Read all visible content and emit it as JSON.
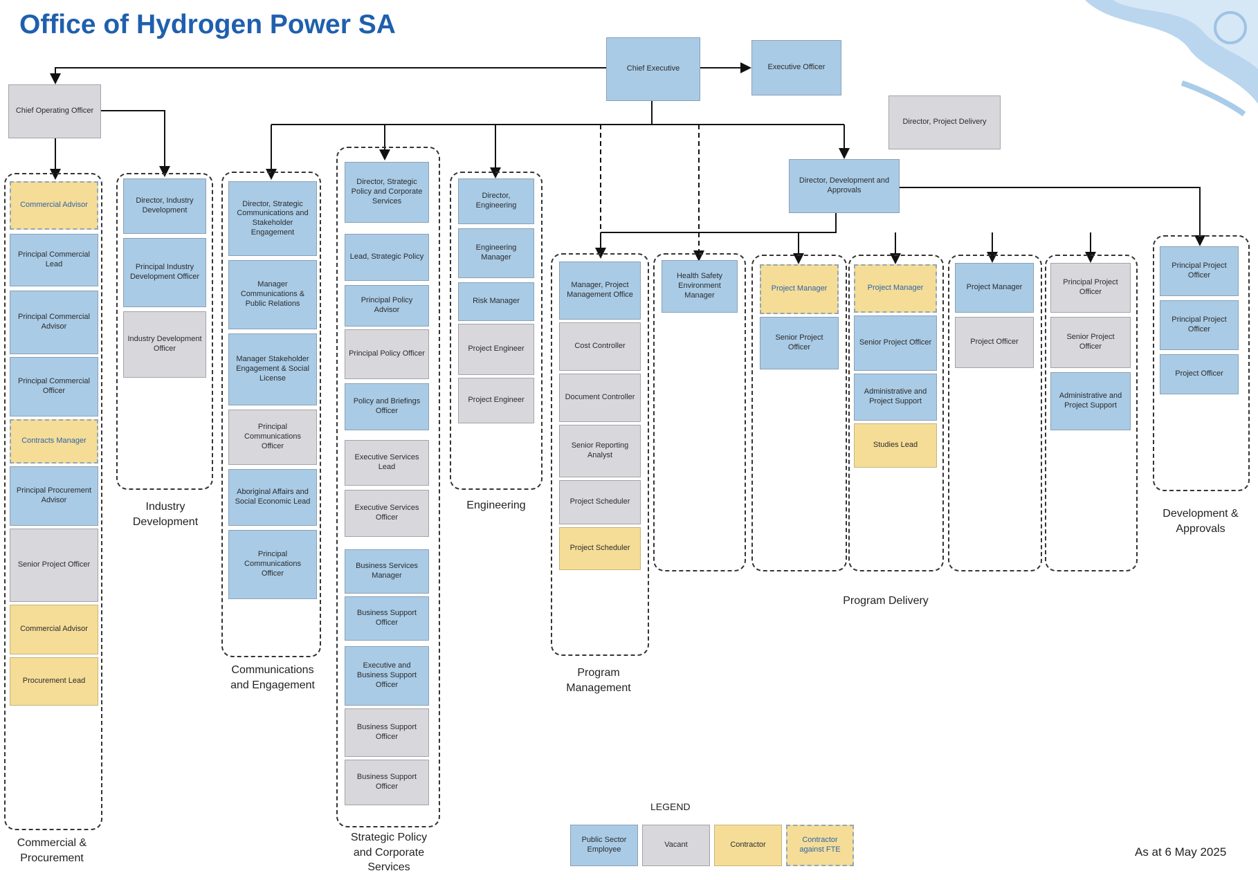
{
  "title": "Office of Hydrogen Power SA",
  "colors": {
    "public_sector": "#a9cbe6",
    "vacant": "#d8d7db",
    "contractor": "#f5dd97",
    "title": "#1f5fae"
  },
  "top": {
    "chief_executive": "Chief Executive",
    "executive_officer": "Executive Officer",
    "chief_operating_officer": "Chief Operating Officer",
    "director_project_delivery": "Director, Project Delivery",
    "director_development": "Director, Development and Approvals"
  },
  "groups": {
    "commercial": {
      "label": "Commercial & Procurement",
      "roles": [
        "Commercial Advisor",
        "Principal Commercial Lead",
        "Principal Commercial Advisor",
        "Principal Commercial Officer",
        "Contracts Manager",
        "Principal Procurement Advisor",
        "Senior Project Officer",
        "Commercial Advisor",
        "Procurement Lead"
      ]
    },
    "industry": {
      "label": "Industry Development",
      "roles": [
        "Director, Industry Development",
        "Principal Industry Development Officer",
        "Industry Development Officer"
      ]
    },
    "communications": {
      "label": "Communications and Engagement",
      "roles": [
        "Director, Strategic Communications and Stakeholder Engagement",
        "Manager Communications & Public Relations",
        "Manager Stakeholder Engagement & Social License",
        "Principal Communications Officer",
        "Aboriginal Affairs and Social Economic Lead",
        "Principal Communications Officer"
      ]
    },
    "strategic": {
      "label": "Strategic Policy and Corporate Services",
      "roles": [
        "Director, Strategic Policy and Corporate Services",
        "Lead, Strategic Policy",
        "Principal Policy Advisor",
        "Principal Policy Officer",
        "Policy and Briefings Officer",
        "Executive Services Lead",
        "Executive Services Officer",
        "Business Services Manager",
        "Business Support Officer",
        "Executive and Business Support Officer",
        "Business Support Officer",
        "Business Support Officer"
      ]
    },
    "engineering": {
      "label": "Engineering",
      "roles": [
        "Director, Engineering",
        "Engineering Manager",
        "Risk Manager",
        "Project Engineer",
        "Project Engineer"
      ]
    },
    "program_management": {
      "label": "Program Management",
      "roles": [
        "Manager, Project Management Office",
        "Cost Controller",
        "Document Controller",
        "Senior Reporting Analyst",
        "Project Scheduler",
        "Project Scheduler"
      ]
    },
    "hse": {
      "roles": [
        "Health Safety Environment Manager"
      ]
    },
    "pd1": {
      "roles": [
        "Project Manager",
        "Senior Project Officer"
      ]
    },
    "pd2": {
      "roles": [
        "Project Manager",
        "Senior Project Officer",
        "Administrative and Project Support",
        "Studies Lead"
      ]
    },
    "pd3": {
      "roles": [
        "Project Manager",
        "Project Officer"
      ]
    },
    "pd4": {
      "roles": [
        "Principal Project Officer",
        "Senior Project Officer",
        "Administrative and Project Support"
      ]
    },
    "program_delivery": {
      "label": "Program Delivery"
    },
    "development": {
      "label": "Development & Approvals",
      "roles": [
        "Principal Project Officer",
        "Principal Project Officer",
        "Project Officer"
      ]
    }
  },
  "legend": {
    "title": "LEGEND",
    "items": [
      "Public Sector Employee",
      "Vacant",
      "Contractor",
      "Contractor against FTE"
    ]
  },
  "as_at": "As at 6 May 2025"
}
